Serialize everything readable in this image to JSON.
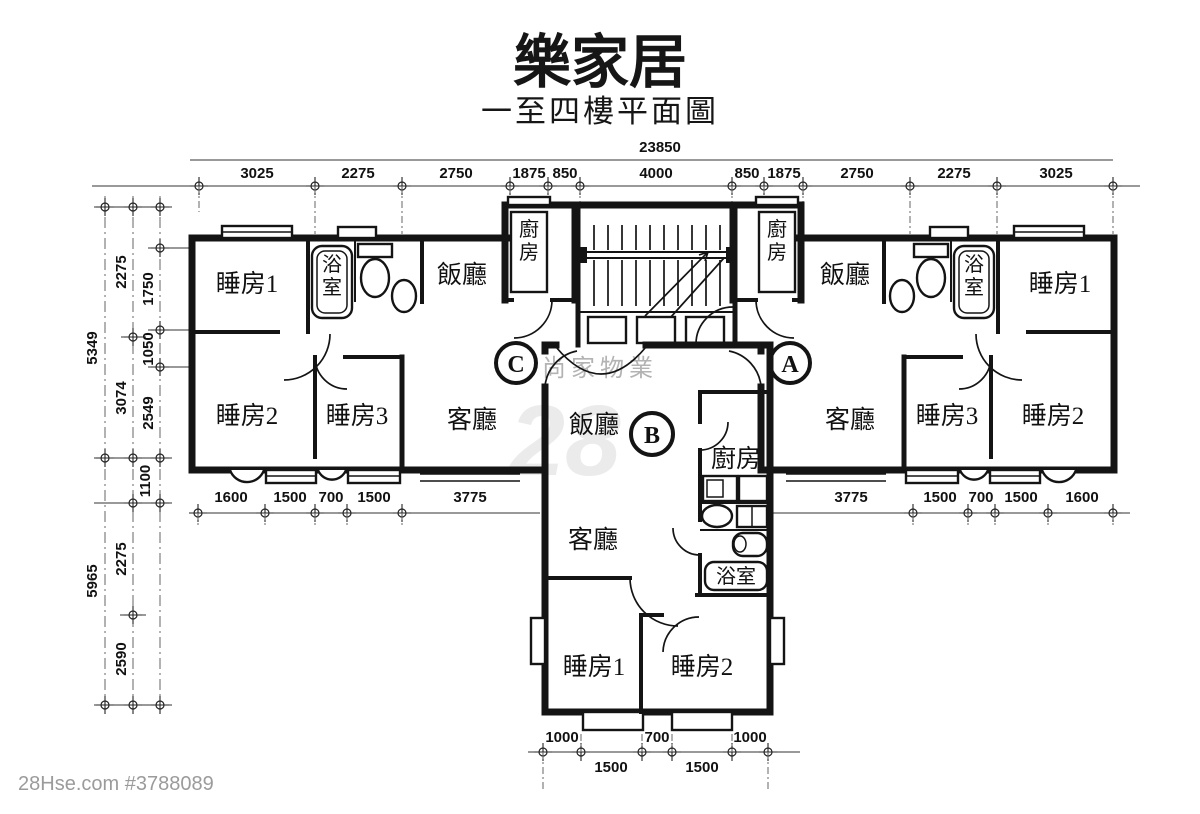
{
  "title": "樂家居",
  "subtitle": "一至四樓平面圖",
  "credit": "28Hse.com #3788089",
  "watermark": {
    "center": "尚家物業",
    "big": "28"
  },
  "units": {
    "a": "A",
    "b": "B",
    "c": "C"
  },
  "rooms_c": {
    "bedroom1": "睡房1",
    "bedroom2": "睡房2",
    "bedroom3": "睡房3",
    "bath": "浴室",
    "dining": "飯廳",
    "kitchen": "廚房",
    "living": "客廳"
  },
  "rooms_a": {
    "bedroom1": "睡房1",
    "bedroom2": "睡房2",
    "bedroom3": "睡房3",
    "bath": "浴室",
    "dining": "飯廳",
    "kitchen": "廚房",
    "living": "客廳"
  },
  "rooms_b": {
    "dining": "飯廳",
    "kitchen": "廚房",
    "living": "客廳",
    "bath": "浴室",
    "bedroom1": "睡房1",
    "bedroom2": "睡房2"
  },
  "dims": {
    "total_width": "23850",
    "top": [
      "3025",
      "2275",
      "2750",
      "1875",
      "850",
      "4000",
      "850",
      "1875",
      "2750",
      "2275",
      "3025"
    ],
    "left_upper_outer": "5349",
    "left_upper_mid": [
      "2275",
      "3074"
    ],
    "left_upper_inner": [
      "1750",
      "1050",
      "2549"
    ],
    "left_gap": "1100",
    "left_lower_outer": "5965",
    "left_lower_inner": [
      "2275",
      "2590"
    ],
    "mid_left": [
      "1600",
      "1500",
      "700",
      "1500",
      "3775"
    ],
    "mid_right": [
      "3775",
      "1500",
      "700",
      "1500",
      "1600"
    ],
    "bottom_row1": [
      "1000",
      "700",
      "1000"
    ],
    "bottom_row2": [
      "1500",
      "1500"
    ]
  }
}
